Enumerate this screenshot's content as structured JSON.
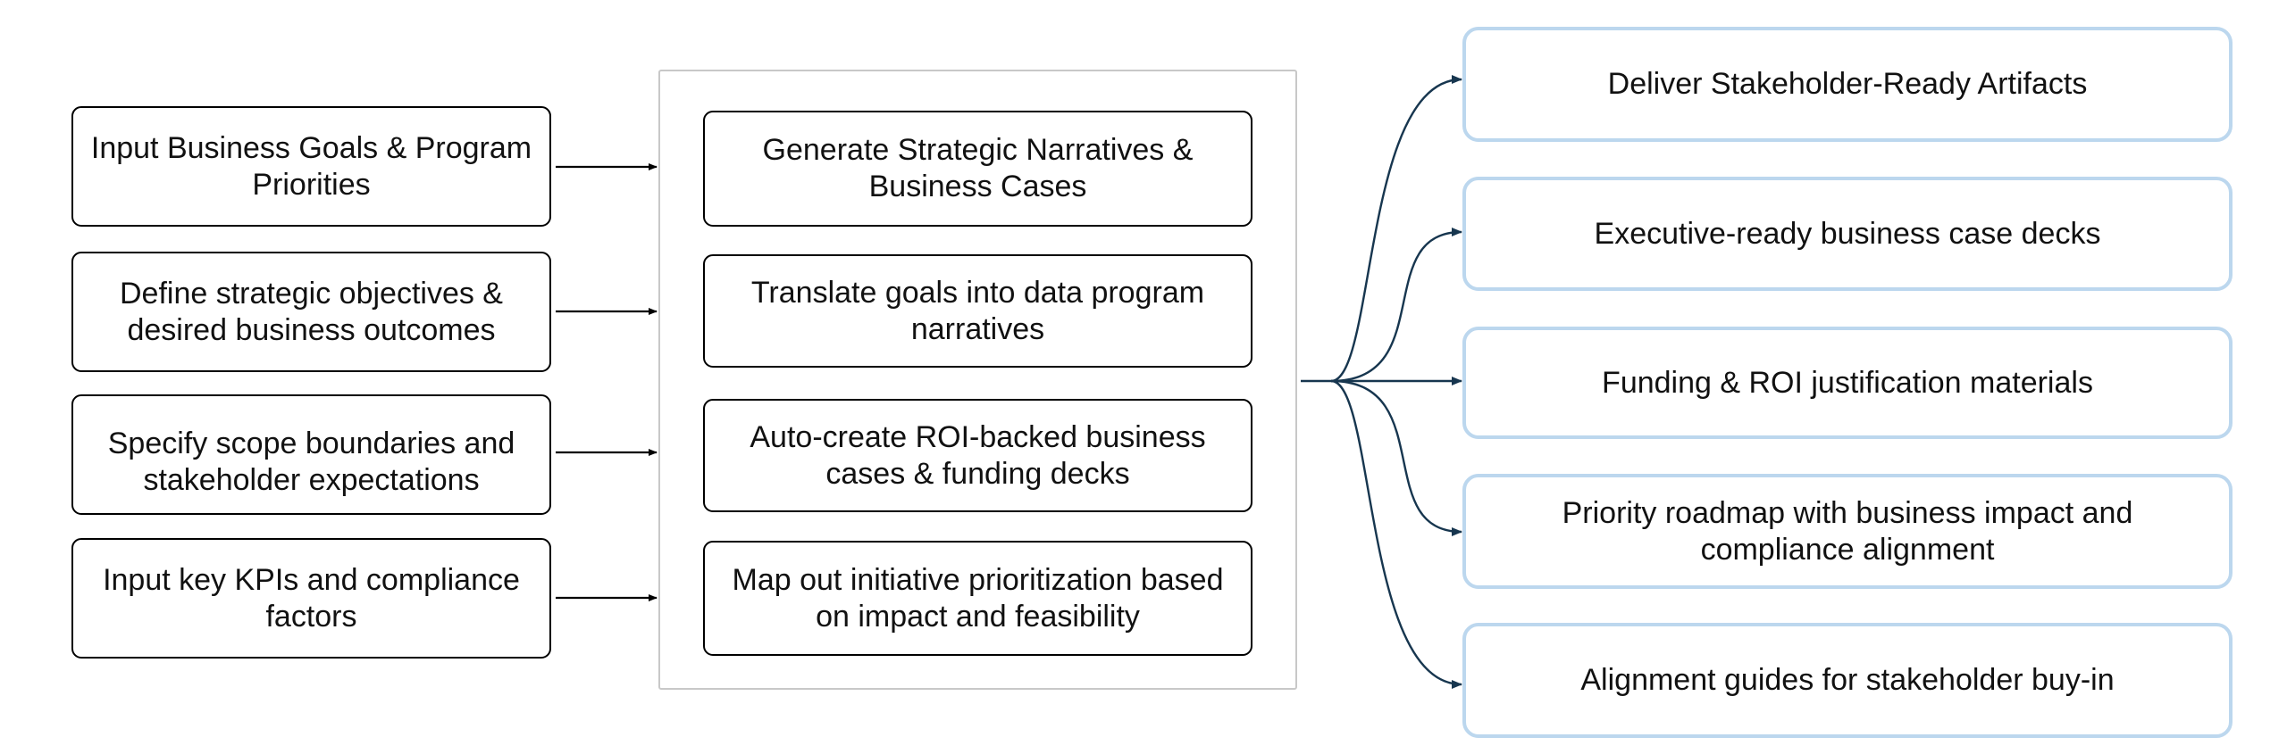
{
  "inputs": [
    "Input Business Goals & Program Priorities",
    "Define strategic objectives & desired business outcomes",
    "Specify scope boundaries and stakeholder expectations",
    "Input key KPIs and compliance factors"
  ],
  "steps": [
    "Generate Strategic Narratives & Business Cases",
    "Translate goals into data program narratives",
    "Auto-create ROI-backed business cases & funding decks",
    "Map out initiative prioritization based on impact and feasibility"
  ],
  "outputs": [
    "Deliver Stakeholder-Ready Artifacts",
    "Executive-ready business case decks",
    "Funding & ROI justification materials",
    "Priority roadmap with business impact and compliance alignment",
    "Alignment guides for stakeholder buy-in"
  ],
  "colors": {
    "box_border": "#000000",
    "frame_border": "#c8c8c8",
    "output_border": "#bcd7ee",
    "input_arrow": "#000000",
    "output_connector": "#17364f"
  }
}
